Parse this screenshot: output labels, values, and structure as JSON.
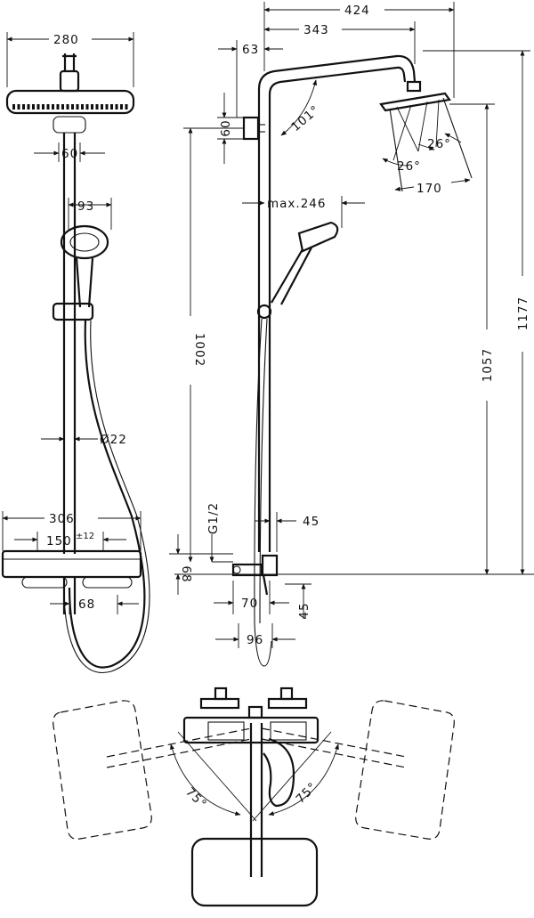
{
  "dimensions": {
    "head_width": "280",
    "wall_bracket": "60",
    "hand_shower_width": "93",
    "pipe_diameter": "Ø22",
    "thermostat_width": "306",
    "inlet_spacing": "150",
    "inlet_tolerance": "±12",
    "thermostat_depth": "68",
    "arm_total": "424",
    "arm_reach": "343",
    "bracket_offset": "63",
    "bracket_height": "60",
    "arm_angle": "101°",
    "spray_angle_upper": "26°",
    "spray_angle_lower": "26°",
    "head_diameter": "170",
    "hand_reach": "max.246",
    "rail_height": "1002",
    "head_height": "1057",
    "total_height": "1177",
    "thread": "G1/2",
    "offset_45_upper": "45",
    "offset_68": "68",
    "offset_70": "70",
    "offset_45_lower": "45",
    "offset_96": "96",
    "rotation_left": "75°",
    "rotation_right": "75°"
  }
}
